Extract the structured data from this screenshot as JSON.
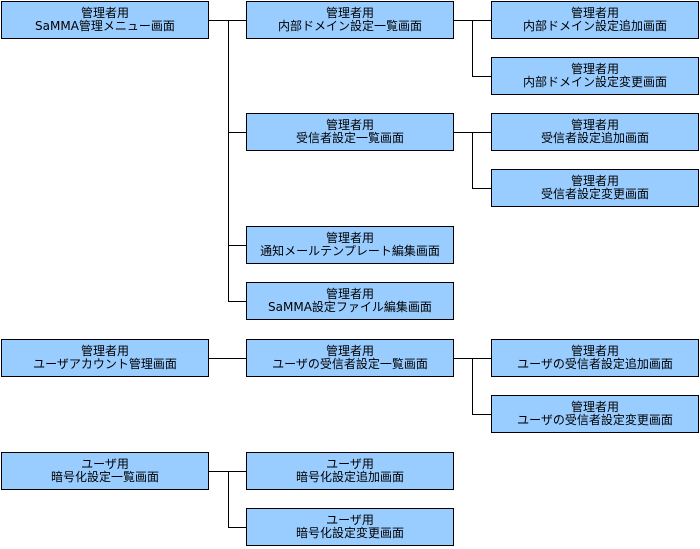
{
  "colors": {
    "box_fill": "#99ccff",
    "box_border": "#000000",
    "line": "#000000",
    "background": "#ffffff"
  },
  "nodes": {
    "n1": {
      "line1": "管理者用",
      "line2": "SaMMA管理メニュー画面"
    },
    "n2": {
      "line1": "管理者用",
      "line2": "内部ドメイン設定一覧画面"
    },
    "n3": {
      "line1": "管理者用",
      "line2": "内部ドメイン設定追加画面"
    },
    "n4": {
      "line1": "管理者用",
      "line2": "内部ドメイン設定変更画面"
    },
    "n5": {
      "line1": "管理者用",
      "line2": "受信者設定一覧画面"
    },
    "n6": {
      "line1": "管理者用",
      "line2": "受信者設定追加画面"
    },
    "n7": {
      "line1": "管理者用",
      "line2": "受信者設定変更画面"
    },
    "n8": {
      "line1": "管理者用",
      "line2": "通知メールテンプレート編集画面"
    },
    "n9": {
      "line1": "管理者用",
      "line2": "SaMMA設定ファイル編集画面"
    },
    "n10": {
      "line1": "管理者用",
      "line2": "ユーザアカウント管理画面"
    },
    "n11": {
      "line1": "管理者用",
      "line2": "ユーザの受信者設定一覧画面"
    },
    "n12": {
      "line1": "管理者用",
      "line2": "ユーザの受信者設定追加画面"
    },
    "n13": {
      "line1": "管理者用",
      "line2": "ユーザの受信者設定変更画面"
    },
    "n14": {
      "line1": "ユーザ用",
      "line2": "暗号化設定一覧画面"
    },
    "n15": {
      "line1": "ユーザ用",
      "line2": "暗号化設定追加画面"
    },
    "n16": {
      "line1": "ユーザ用",
      "line2": "暗号化設定変更画面"
    }
  }
}
